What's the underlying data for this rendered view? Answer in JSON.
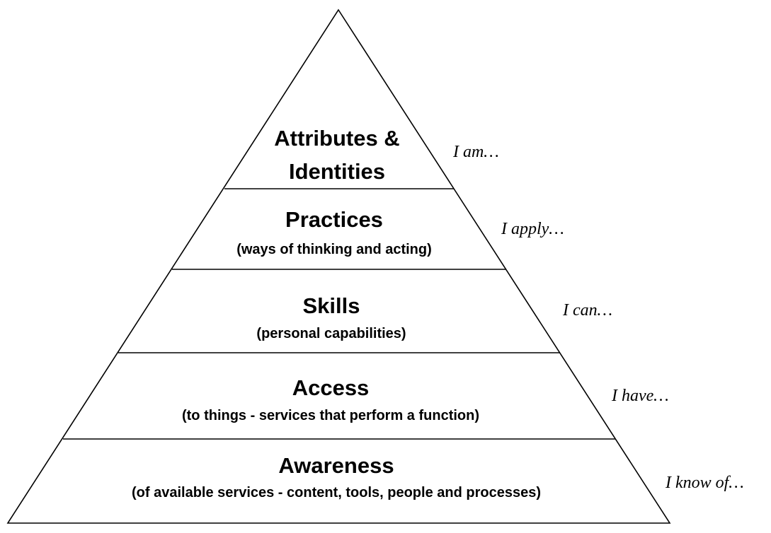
{
  "pyramid": {
    "levels": [
      {
        "title": "Attributes &",
        "title2": "Identities",
        "subtitle": "",
        "phrase": "I am…"
      },
      {
        "title": "Practices",
        "subtitle": "(ways of thinking and acting)",
        "phrase": "I apply…"
      },
      {
        "title": "Skills",
        "subtitle": "(personal capabilities)",
        "phrase": "I can…"
      },
      {
        "title": "Access",
        "subtitle": "(to things - services that perform a function)",
        "phrase": "I have…"
      },
      {
        "title": "Awareness",
        "subtitle": "(of available services - content, tools, people and processes)",
        "phrase": "I know of…"
      }
    ]
  }
}
